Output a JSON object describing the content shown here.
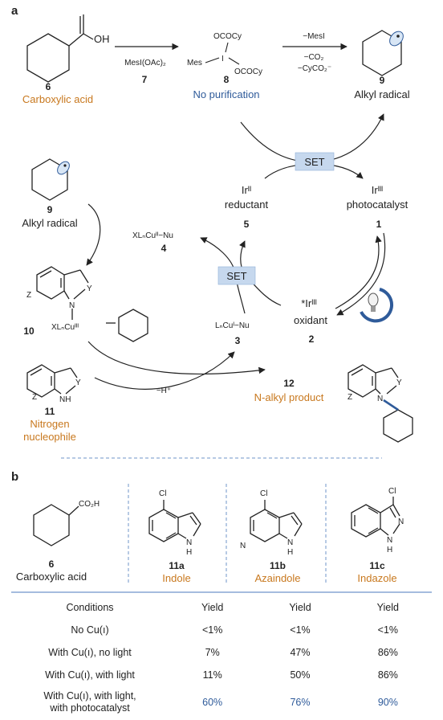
{
  "panel_a": {
    "label": "a",
    "acid_group": "OH",
    "cpd6_num": "6",
    "cpd6_name": "Carboxylic acid",
    "reagent7": "MesI(OAc)₂",
    "reagent7_num": "7",
    "i3_top": "OCOCy",
    "i3_iodine": "I",
    "i3_mes": "Mes",
    "i3_right": "OCOCy",
    "cpd8_num": "8",
    "cpd8_note": "No purification",
    "byproduct1": "−MesI",
    "byproduct2": "−CO₂",
    "byproduct3": "−CyCO₂⁻",
    "cpd9_num": "9",
    "cpd9_name": "Alkyl radical",
    "set_top": "SET",
    "ir2_sym": "Irᴵᴵ",
    "ir2_name": "reductant",
    "ir2_num": "5",
    "ir3_sym": "Irᴵᴵᴵ",
    "ir3_name": "photocatalyst",
    "ir3_num": "1",
    "left9_num": "9",
    "left9_name": "Alkyl radical",
    "cu2_label": "XLₙCuᴵᴵ−Nu",
    "cu2_num": "4",
    "set_mid": "SET",
    "cu1_label": "LₙCuᴵ−Nu",
    "cu1_num": "3",
    "irstar_sym": "*Irᴵᴵᴵ",
    "irstar_name": "oxidant",
    "irstar_num": "2",
    "cpd10_z": "Z",
    "cpd10_n": "N",
    "cpd10_y": "Y",
    "cpd10_cu": "XLₙCuᴵᴵᴵ",
    "cpd10_num": "10",
    "cpd11_z": "Z",
    "cpd11_nh": "NH",
    "cpd11_y": "Y",
    "cpd11_num": "11",
    "cpd11_name1": "Nitrogen",
    "cpd11_name2": "nucleophile",
    "deprot": "−H⁺",
    "cpd12_num": "12",
    "cpd12_name": "N-alkyl product",
    "cpd12_z": "Z",
    "cpd12_n": "N",
    "cpd12_y": "Y"
  },
  "panel_b": {
    "label": "b",
    "acid_group": "CO₂H",
    "cpd6_num": "6",
    "cpd6_name": "Carboxylic acid",
    "sub_a_cl": "Cl",
    "sub_a_nh": "N",
    "sub_a_h": "H",
    "sub_a_num": "11a",
    "sub_a_name": "Indole",
    "sub_b_cl": "Cl",
    "sub_b_n": "N",
    "sub_b_nh": "N",
    "sub_b_h": "H",
    "sub_b_num": "11b",
    "sub_b_name": "Azaindole",
    "sub_c_cl": "Cl",
    "sub_c_n": "N",
    "sub_c_nh": "N",
    "sub_c_h": "H",
    "sub_c_num": "11c",
    "sub_c_name": "Indazole"
  },
  "table": {
    "headers": [
      "Conditions",
      "Yield",
      "Yield",
      "Yield"
    ],
    "rows": [
      {
        "condition": "No Cu(ı)",
        "yields": [
          "<1%",
          "<1%",
          "<1%"
        ]
      },
      {
        "condition": "With Cu(ı), no light",
        "yields": [
          "7%",
          "47%",
          "86%"
        ]
      },
      {
        "condition": "With Cu(ı), with light",
        "yields": [
          "11%",
          "50%",
          "86%"
        ]
      },
      {
        "condition": "With Cu(ı), with light,",
        "condition2": "with photocatalyst",
        "yields": [
          "60%",
          "76%",
          "90%"
        ]
      }
    ]
  },
  "colors": {
    "orange": "#c8781e",
    "blue": "#2f5b9a",
    "set_box": "#c6d8ee",
    "divider": "#6f95c9"
  }
}
